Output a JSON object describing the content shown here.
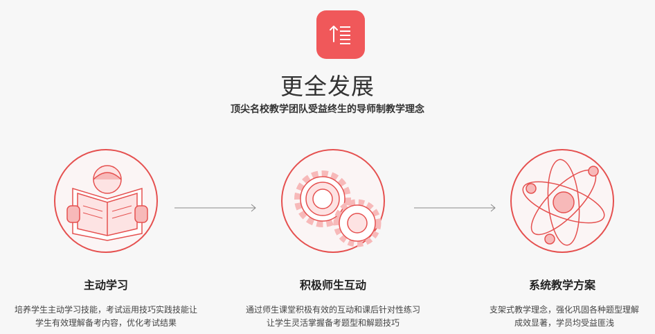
{
  "header": {
    "title": "更全发展",
    "subtitle": "顶尖名校教学团队受益终生的导师制教学理念",
    "icon": "sort-list-icon",
    "accent": "#f0585a"
  },
  "features": [
    {
      "icon": "reading-person-icon",
      "title": "主动学习",
      "desc_line1": "培养学生主动学习技能，考试运用技巧实践技能让",
      "desc_line2": "学生有效理解备考内容，优化考试结果"
    },
    {
      "icon": "gears-icon",
      "title": "积极师生互动",
      "desc_line1": "通过师生课堂积极有效的互动和课后针对性练习",
      "desc_line2": "让学生灵活掌握备考题型和解题技巧"
    },
    {
      "icon": "atom-icon",
      "title": "系统教学方案",
      "desc_line1": "支架式教学理念，强化巩固各种题型理解",
      "desc_line2": "成效显著，学员均受益匪浅"
    }
  ]
}
